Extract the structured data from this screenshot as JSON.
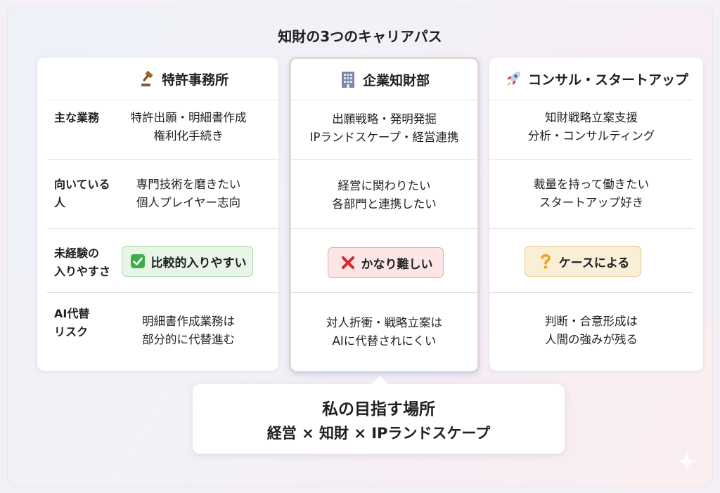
{
  "title": "知財の3つのキャリアパス",
  "columns": [
    {
      "name": "特許事務所",
      "icon": "gavel-icon",
      "main_work": [
        "特許出願・明細書作成",
        "権利化手続き"
      ],
      "suited_person": [
        "専門技術を磨きたい",
        "個人プレイヤー志向"
      ],
      "entry": "比較的入りやすい",
      "entry_icon": "check-mark-icon",
      "ai_risk": [
        "明細書作成業務は",
        "部分的に代替進む"
      ]
    },
    {
      "name": "企業知財部",
      "icon": "office-building-icon",
      "main_work": [
        "出願戦略・発明発掘",
        "IPランドスケープ・経営連携"
      ],
      "suited_person": [
        "経営に関わりたい",
        "各部門と連携したい"
      ],
      "entry": "かなり難しい",
      "entry_icon": "cross-mark-icon",
      "ai_risk": [
        "対人折衝・戦略立案は",
        "AIに代替されにくい"
      ]
    },
    {
      "name": "コンサル・スタートアップ",
      "icon": "rocket-icon",
      "main_work": [
        "知財戦略立案支援",
        "分析・コンサルティング"
      ],
      "suited_person": [
        "裁量を持って働きたい",
        "スタートアップ好き"
      ],
      "entry": "ケースによる",
      "entry_icon": "question-mark-icon",
      "ai_risk": [
        "判断・合意形成は",
        "人間の強みが残る"
      ]
    }
  ],
  "row_labels": {
    "main_work": "主な業務",
    "suited_person": [
      "向いている",
      "人"
    ],
    "entry": [
      "未経験の",
      "入りやすさ"
    ],
    "ai_risk": [
      "AI代替",
      "リスク"
    ]
  },
  "goal": {
    "heading": "私の目指す場所",
    "text": "経営 × 知財 × IPランドスケープ"
  },
  "colors": {
    "green_badge": "#e7f5e7",
    "red_badge": "#fbe5e5",
    "yellow_badge": "#fbeed6"
  }
}
